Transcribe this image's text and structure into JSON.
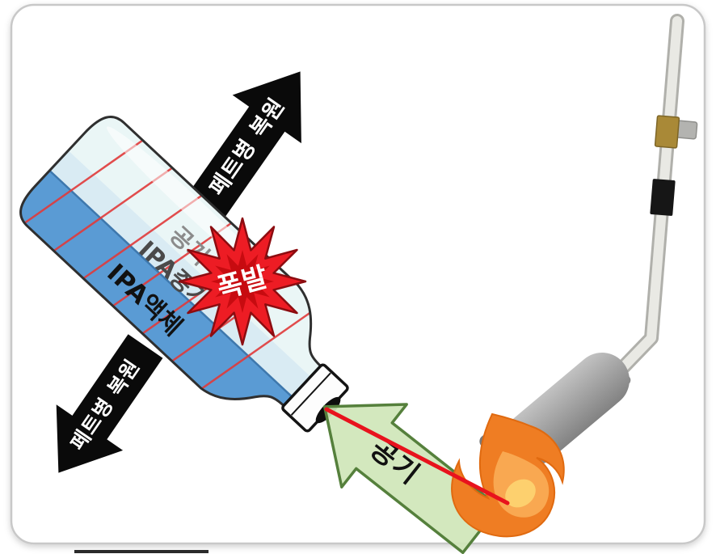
{
  "scene": {
    "bottle": {
      "air_label": "공기",
      "vapor_label": "IPA증기",
      "liquid_label": "IPA액체"
    },
    "explosion_label": "폭발",
    "restore_arrow_label": "페트병 복원",
    "air_arrow_label": "공기"
  },
  "colors": {
    "explosion_red": "#ed1c24",
    "explosion_core": "#c70b10",
    "liquid_blue": "#5a9bd4",
    "vapor_blue": "#d9ebf3",
    "air_cyan": "#eaf6f6",
    "stripe_red": "#e03a3a",
    "black_arrow": "#0a0a0a",
    "green_arrow_fill": "#cfe6b8",
    "green_arrow_stroke": "#55803c",
    "jet_red": "#e8131d",
    "flame_outer": "#ef7d23",
    "flame_inner": "#f9a851",
    "flame_core": "#fdd06e"
  }
}
